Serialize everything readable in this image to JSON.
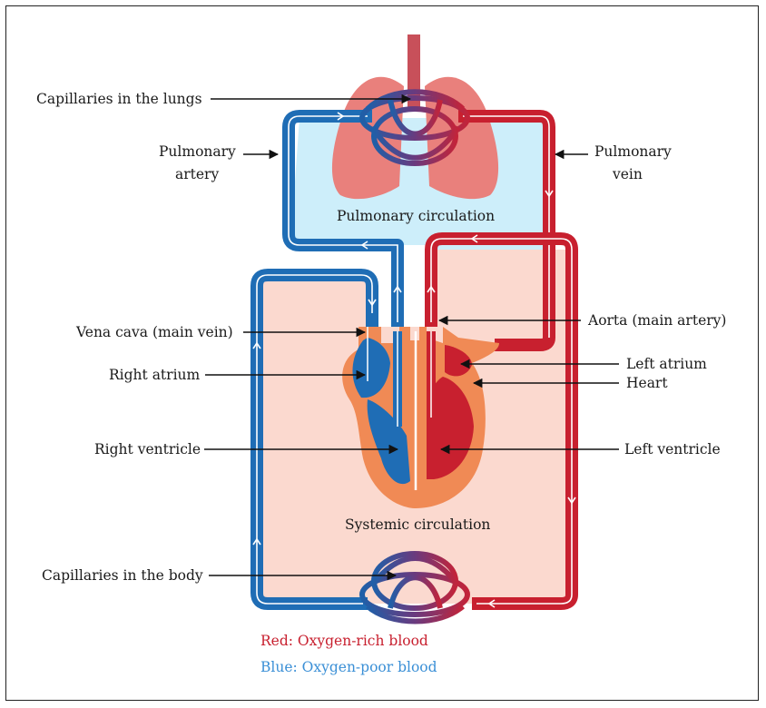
{
  "labels": {
    "capillaries_lungs": "Capillaries in the lungs",
    "pulmonary_artery_1": "Pulmonary",
    "pulmonary_artery_2": "artery",
    "pulmonary_vein_1": "Pulmonary",
    "pulmonary_vein_2": "vein",
    "pulmonary_circulation": "Pulmonary circulation",
    "vena_cava": "Vena cava (main vein)",
    "aorta": "Aorta (main artery)",
    "right_atrium": "Right atrium",
    "left_atrium": "Left atrium",
    "heart": "Heart",
    "right_ventricle": "Right ventricle",
    "left_ventricle": "Left ventricle",
    "systemic_circulation": "Systemic circulation",
    "capillaries_body": "Capillaries in the body"
  },
  "legend": {
    "red": "Red: Oxygen-rich blood",
    "blue": "Blue: Oxygen-poor blood"
  },
  "colors": {
    "oxygen_rich": "#c8202f",
    "oxygen_poor": "#1f6db5",
    "pulmonary_fill": "#cdeefa",
    "systemic_fill": "#fbd9cf",
    "heart_muscle": "#f08a55",
    "lungs": "#e9807c",
    "legend_red": "#c8202f",
    "legend_blue": "#3a8fd6"
  }
}
